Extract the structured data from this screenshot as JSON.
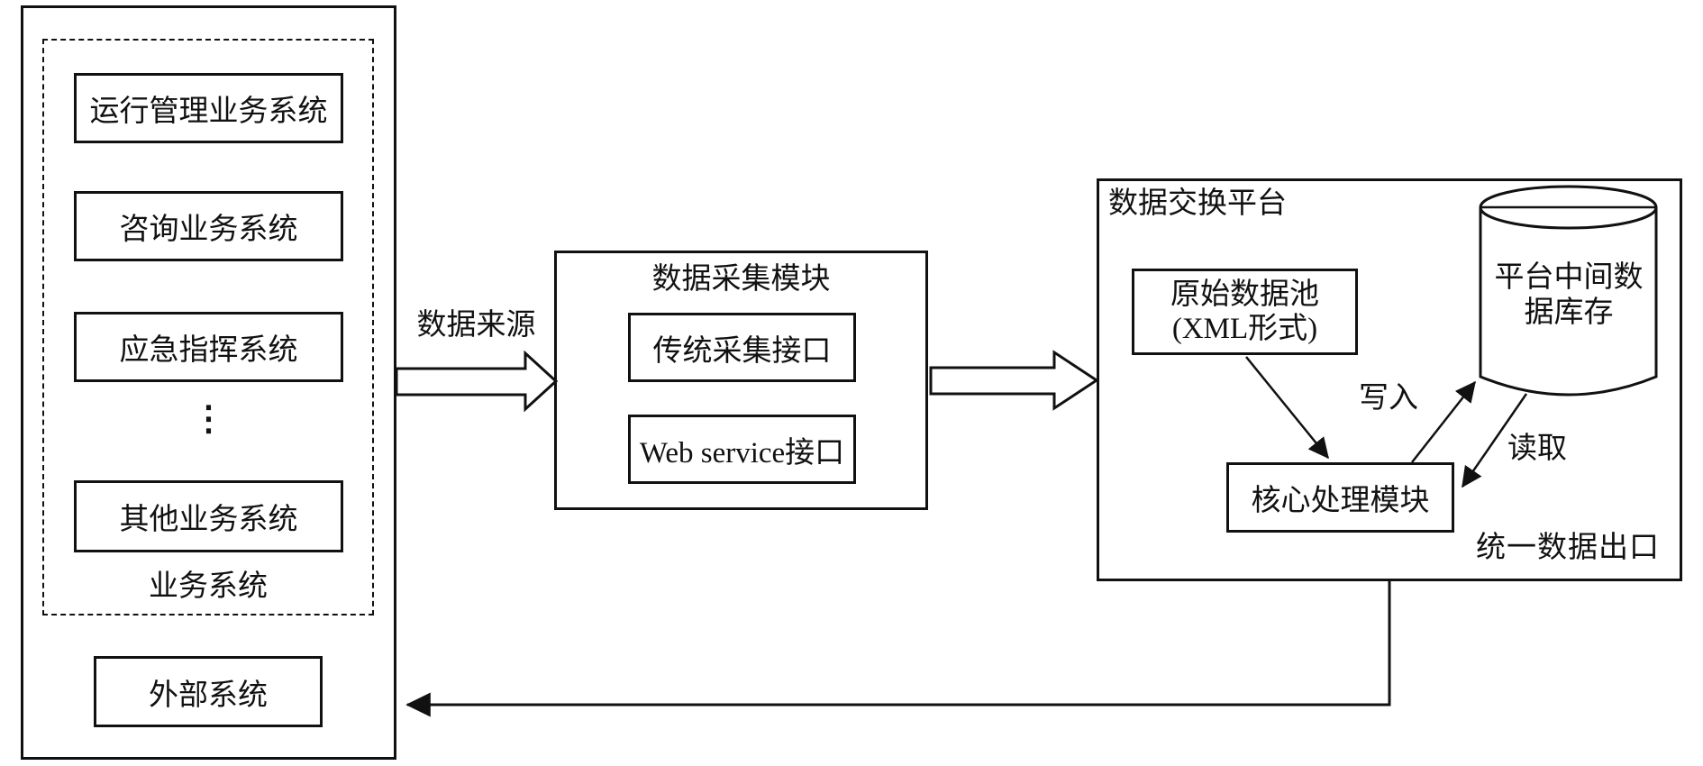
{
  "colors": {
    "ink": "#111111",
    "background": "#ffffff"
  },
  "left_panel": {
    "business_systems": [
      "运行管理业务系统",
      "咨询业务系统",
      "应急指挥系统"
    ],
    "ellipsis": "⋮",
    "other_system": "其他业务系统",
    "group_label": "业务系统",
    "external_system": "外部系统"
  },
  "flow": {
    "source_label": "数据来源"
  },
  "collection_module": {
    "title": "数据采集模块",
    "interfaces": [
      "传统采集接口",
      "Web service接口"
    ]
  },
  "exchange_platform": {
    "title": "数据交换平台",
    "raw_pool": [
      "原始数据池",
      "(XML形式)"
    ],
    "middle_db": [
      "平台中间数",
      "据库存"
    ],
    "core_module": "核心处理模块",
    "write_label": "写入",
    "read_label": "读取",
    "output_label": "统一数据出口"
  }
}
